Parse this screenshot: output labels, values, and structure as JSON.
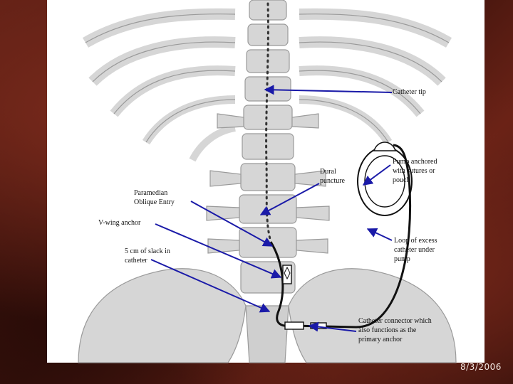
{
  "slide": {
    "date": "8/3/2006"
  },
  "diagram": {
    "labels": {
      "catheter_tip": "Catheter tip",
      "dural_puncture": "Dural\npuncture",
      "pump_anchored": "Pump anchored\nwith sutures or\npouch",
      "paramedian_entry": "Paramedian\nOblique Entry",
      "v_wing_anchor": "V-wing anchor",
      "slack": "5 cm of slack in\ncatheter",
      "loop": "Loop of excess\ncatheter under\npump",
      "connector": "Catheter connector which\nalso functions as the\nprimary anchor"
    },
    "colors": {
      "arrow": "#1a1aa8",
      "bone": "#d6d6d6",
      "bone_outline": "#9a9a9a",
      "catheter": "#111111"
    }
  }
}
